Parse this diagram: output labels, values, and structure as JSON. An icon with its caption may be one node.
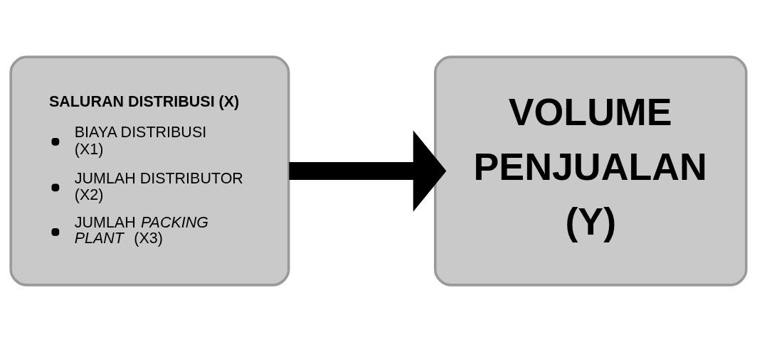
{
  "diagram": {
    "nodes": [
      {
        "text": [
          "SALURAN DISTRIBUSI (X)",
          "BIAYA DISTRIBUSI (X1)",
          "JUMLAH DISTRIBUTOR (X2)",
          "JUMLAH *PACKING PLANT* (X3)"
        ]
      },
      {
        "text": [
          "VOLUME PENJUALAN (Y)"
        ]
      }
    ],
    "edges": [
      {
        "from": 0,
        "to": 1,
        "arrow": "to"
      }
    ]
  }
}
